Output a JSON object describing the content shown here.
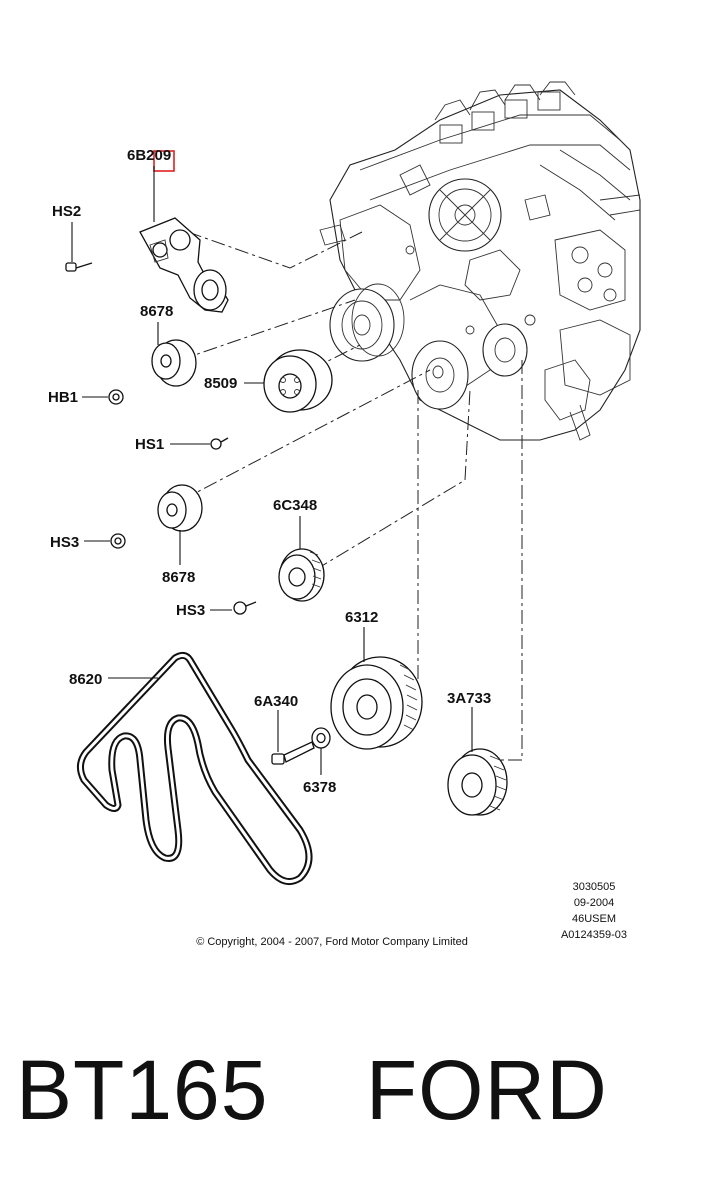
{
  "diagram": {
    "labels": {
      "6B209": "6B209",
      "HS2": "HS2",
      "8678a": "8678",
      "HB1": "HB1",
      "8509": "8509",
      "HS1": "HS1",
      "HS3a": "HS3",
      "8678b": "8678",
      "6C348": "6C348",
      "HS3b": "HS3",
      "6312": "6312",
      "8620": "8620",
      "6A340": "6A340",
      "6378": "6378",
      "3A733": "3A733"
    },
    "info_block": [
      "3030505",
      "09-2004",
      "46USEM",
      "A0124359-03"
    ],
    "copyright": "© Copyright, 2004 - 2007, Ford Motor Company Limited"
  },
  "caption": "BT165    FORD",
  "colors": {
    "ink": "#111111",
    "highlight": "#e02020",
    "background": "#ffffff"
  }
}
